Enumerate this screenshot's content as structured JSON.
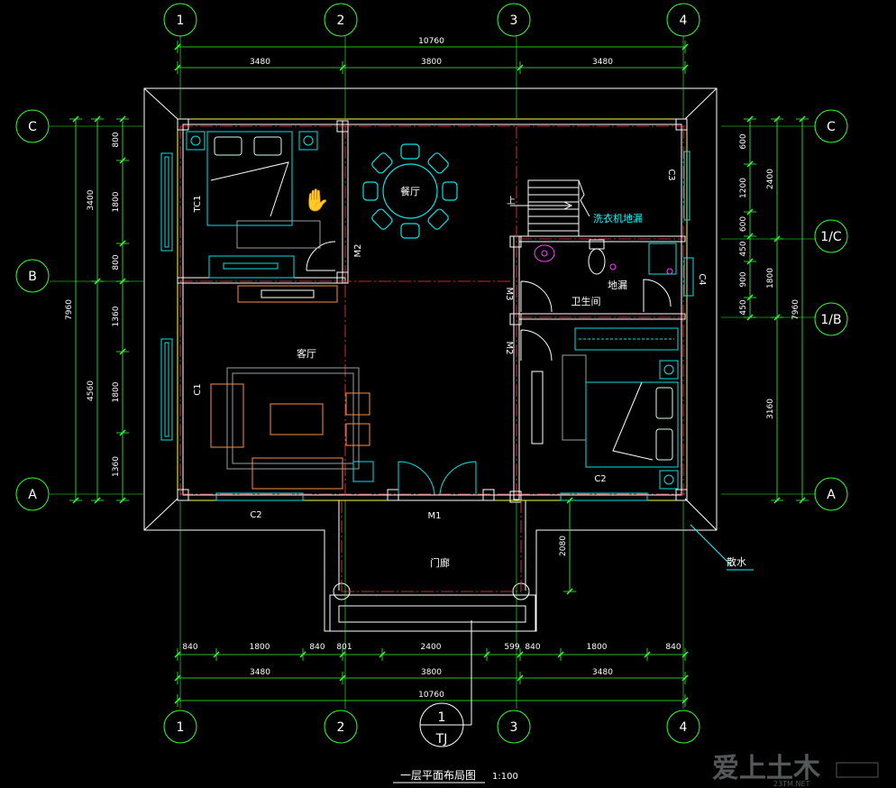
{
  "title": "一层平面布局图",
  "scale": "1:100",
  "watermark": "爱上土木 23TM.NET",
  "colors": {
    "background": "#000000",
    "wall": "#ffffff",
    "axis": "#ff3b3b",
    "dimension": "#33ff33",
    "furniture": "#00e5e5",
    "label": "#ffffff",
    "accent_yellow": "#ffff40",
    "leader_cyan": "#00ffff"
  },
  "grid_axes": {
    "vertical": [
      "1",
      "2",
      "3",
      "4"
    ],
    "horizontal_left": [
      "C",
      "B",
      "A"
    ],
    "horizontal_right": [
      "C",
      "1/C",
      "1/B",
      "A"
    ]
  },
  "dimensions": {
    "top_total": "10760",
    "top_segments": [
      "3480",
      "3800",
      "3480"
    ],
    "bottom_fine": [
      "840",
      "1800",
      "840",
      "801",
      "2400",
      "599",
      "840",
      "1800",
      "840"
    ],
    "bottom_segments": [
      "3480",
      "3800",
      "3480"
    ],
    "bottom_total": "10760",
    "left_outer_total": "7960",
    "left_outer": [
      "3400",
      "4560"
    ],
    "left_inner": [
      "800",
      "1800",
      "800",
      "1360",
      "1800",
      "1360"
    ],
    "right_outer_total": "7960",
    "right_mid": [
      "2400",
      "1800",
      "3160"
    ],
    "right_inner": [
      "600",
      "1200",
      "600",
      "450",
      "900",
      "450"
    ],
    "porch_depth": "2080"
  },
  "rooms": {
    "dining": "餐厅",
    "living": "客厅",
    "bathroom": "卫生间",
    "porch": "门廊"
  },
  "labels": {
    "washer_drain": "洗衣机地漏",
    "floor_drain": "地漏",
    "apron": "散水",
    "stair_up": "上",
    "detail_num": "1",
    "detail_ref": "TJ"
  },
  "openings": {
    "tc1": "TC1",
    "c1": "C1",
    "c2_bed": "C2",
    "c2_living": "C2",
    "c3": "C3",
    "c4": "C4",
    "m1": "M1",
    "m2_upper": "M2",
    "m2_lower": "M2",
    "m3": "M3"
  }
}
